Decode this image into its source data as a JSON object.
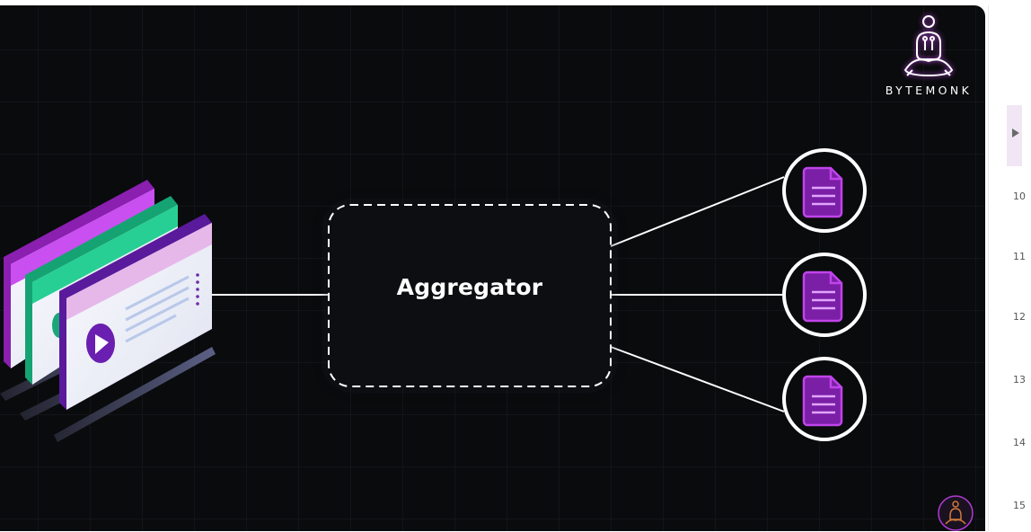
{
  "diagram": {
    "center_label": "Aggregator",
    "document_count": 3
  },
  "brand": {
    "name": "BYTEMONK"
  },
  "sidebar": {
    "row_numbers": [
      "10",
      "11",
      "12",
      "13",
      "14",
      "15"
    ]
  },
  "colors": {
    "background": "#0a0b0d",
    "accent_purple": "#b03ad6",
    "accent_green": "#22c08a",
    "line": "#ffffff"
  }
}
